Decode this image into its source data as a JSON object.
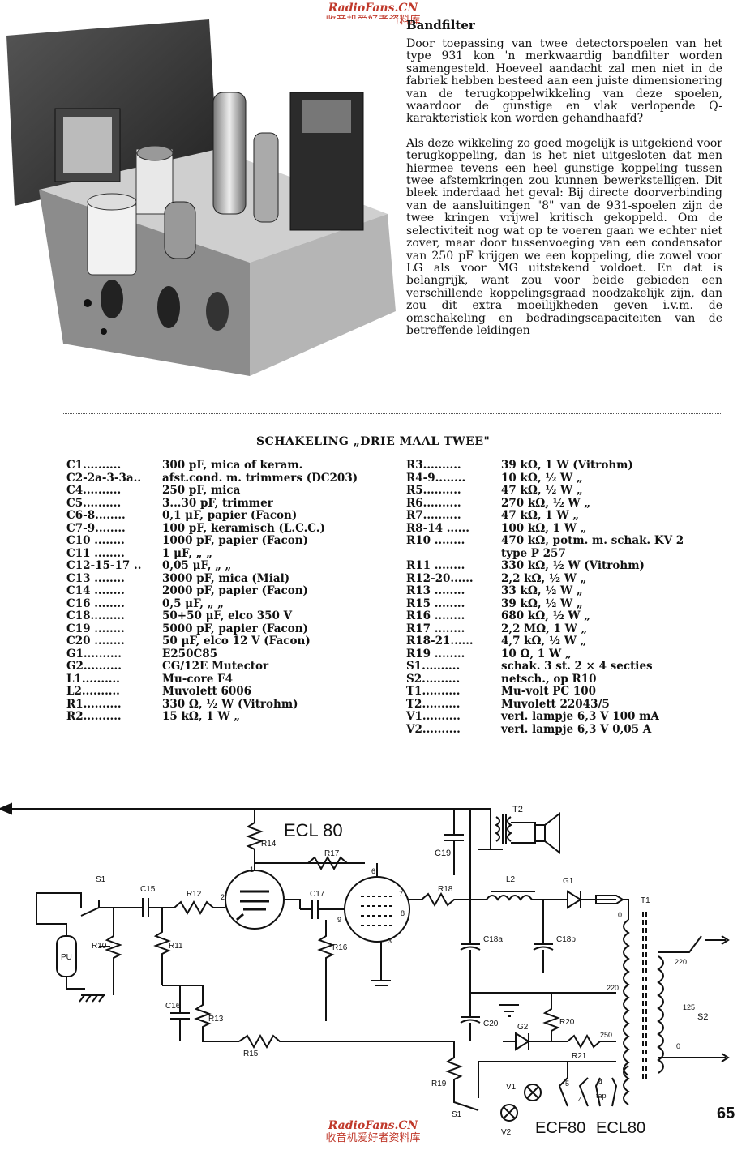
{
  "watermark": {
    "site": "RadioFans.CN",
    "cn": "收音机爱好者资料库"
  },
  "article": {
    "heading": "Bandfilter",
    "paragraphs": [
      "Door toepassing van twee detectorspoelen van het type 931 kon 'n merkwaardig bandfilter worden samengesteld. Hoeveel aandacht zal men niet in de fabriek hebben besteed aan een juiste dimensionering van de terugkoppelwikkeling van deze spoelen, waardoor de gunstige en vlak verlopende Q-karakteristiek kon worden gehandhaafd?",
      "Als deze wikkeling zo goed mogelijk is uitgekiend voor terugkoppeling, dan is het niet uitgesloten dat men hiermee tevens een heel gunstige koppeling tussen twee afstemkringen zou kunnen bewerkstelligen. Dit bleek inderdaad het geval: Bij directe doorverbinding van de aansluitingen \"8\" van de 931-spoelen zijn de twee kringen vrijwel kritisch gekoppeld. Om de selectiviteit nog wat op te voeren gaan we echter niet zover, maar door tussenvoeging van een condensator van 250 pF krijgen we een koppeling, die zowel voor LG als voor MG uitstekend voldoet. En dat is belangrijk, want zou voor beide gebieden een verschillende koppelingsgraad noodzakelijk zijn, dan zou dit extra moeilijkheden geven i.v.m. de omschakeling en bedradingscapaciteiten van de betreffende leidingen"
    ]
  },
  "parts_list": {
    "title": "SCHAKELING „DRIE MAAL TWEE\"",
    "left": [
      {
        "ref": "C1..........",
        "desc": "300 pF, mica of keram."
      },
      {
        "ref": "C2-2a-3-3a..",
        "desc": "afst.cond. m. trimmers (DC203)"
      },
      {
        "ref": "C4..........",
        "desc": "250 pF, mica"
      },
      {
        "ref": "C5..........",
        "desc": "3...30 pF, trimmer"
      },
      {
        "ref": "C6-8........",
        "desc": "0,1 μF, papier (Facon)"
      },
      {
        "ref": "C7-9........",
        "desc": "100 pF, keramisch (L.C.C.)"
      },
      {
        "ref": "C10 ........",
        "desc": "1000 pF, papier (Facon)"
      },
      {
        "ref": "C11 ........",
        "desc": "1 μF, „ „"
      },
      {
        "ref": "C12-15-17 ..",
        "desc": "0,05 μF, „ „"
      },
      {
        "ref": "C13 ........",
        "desc": "3000 pF, mica (Mial)"
      },
      {
        "ref": "C14 ........",
        "desc": "2000 pF, papier (Facon)"
      },
      {
        "ref": "C16 ........",
        "desc": "0,5 μF, „ „"
      },
      {
        "ref": "C18.........",
        "desc": "50+50 μF, elco 350 V"
      },
      {
        "ref": "C19 ........",
        "desc": "5000 pF, papier (Facon)"
      },
      {
        "ref": "C20 ........",
        "desc": "50 μF, elco 12 V (Facon)"
      },
      {
        "ref": "G1..........",
        "desc": "E250C85"
      },
      {
        "ref": "G2..........",
        "desc": "CG/12E Mutector"
      },
      {
        "ref": "L1..........",
        "desc": "Mu-core F4"
      },
      {
        "ref": "L2..........",
        "desc": "Muvolett 6006"
      },
      {
        "ref": "R1..........",
        "desc": "330 Ω, ½ W (Vitrohm)"
      },
      {
        "ref": "R2..........",
        "desc": "15 kΩ, 1 W „"
      }
    ],
    "right": [
      {
        "ref": "R3..........",
        "desc": "39 kΩ, 1 W (Vitrohm)"
      },
      {
        "ref": "R4-9........",
        "desc": "10 kΩ, ½ W „"
      },
      {
        "ref": "R5..........",
        "desc": "47 kΩ, ½ W „"
      },
      {
        "ref": "R6..........",
        "desc": "270 kΩ, ½ W „"
      },
      {
        "ref": "R7..........",
        "desc": "47 kΩ, 1 W „"
      },
      {
        "ref": "R8-14 ......",
        "desc": "100 kΩ, 1 W „"
      },
      {
        "ref": "R10 ........",
        "desc": "470 kΩ, potm. m. schak. KV 2"
      },
      {
        "ref": "",
        "desc": "type P 257"
      },
      {
        "ref": "R11 ........",
        "desc": "330 kΩ, ½ W (Vitrohm)"
      },
      {
        "ref": "R12-20......",
        "desc": "2,2 kΩ, ½ W „"
      },
      {
        "ref": "R13 ........",
        "desc": "33 kΩ, ½ W „"
      },
      {
        "ref": "R15 ........",
        "desc": "39 kΩ, ½ W „"
      },
      {
        "ref": "R16 ........",
        "desc": "680 kΩ, ½ W „"
      },
      {
        "ref": "R17 ........",
        "desc": "2,2 MΩ, 1 W „"
      },
      {
        "ref": "R18-21......",
        "desc": "4,7 kΩ, ½ W „"
      },
      {
        "ref": "R19 ........",
        "desc": "10 Ω, 1 W „"
      },
      {
        "ref": "S1..........",
        "desc": "schak. 3 st. 2 × 4 secties"
      },
      {
        "ref": "S2..........",
        "desc": "netsch., op R10"
      },
      {
        "ref": "T1..........",
        "desc": "Mu-volt PC 100"
      },
      {
        "ref": "T2..........",
        "desc": "Muvolett 22043/5"
      },
      {
        "ref": "V1..........",
        "desc": "verl. lampje 6,3 V 100 mA"
      },
      {
        "ref": "V2..........",
        "desc": "verl. lampje 6,3 V 0,05 A"
      }
    ]
  },
  "schematic": {
    "tube_labels": [
      "ECL 80",
      "ECF80",
      "ECL80"
    ],
    "labels": {
      "r14": "R14",
      "r17": "R17",
      "r12": "R12",
      "r10": "R10",
      "r11": "R11",
      "r13": "R13",
      "r15": "R15",
      "r16": "R16",
      "r18": "R18",
      "r19": "R19",
      "r20": "R20",
      "r21": "R21",
      "c15": "C15",
      "c16": "C16",
      "c17": "C17",
      "c19": "C19",
      "c18a": "C18a",
      "c18b": "C18b",
      "c20": "C20",
      "s1": "S1",
      "s1b": "S1",
      "s2": "S2",
      "t1": "T1",
      "t2": "T2",
      "l2": "L2",
      "g1": "G1",
      "g2": "G2",
      "v1": "V1",
      "v2": "V2",
      "pu": "PU",
      "tap": "tap",
      "v220a": "220",
      "v220b": "220",
      "v125": "125",
      "v250": "250",
      "v0a": "0",
      "v0b": "0",
      "pin1": "1",
      "pin2": "2",
      "pin3": "3",
      "pin6": "6",
      "pin7": "7",
      "pin8": "8",
      "pin9": "9",
      "pin4": "4",
      "pin5": "5"
    }
  },
  "page_number": "65"
}
